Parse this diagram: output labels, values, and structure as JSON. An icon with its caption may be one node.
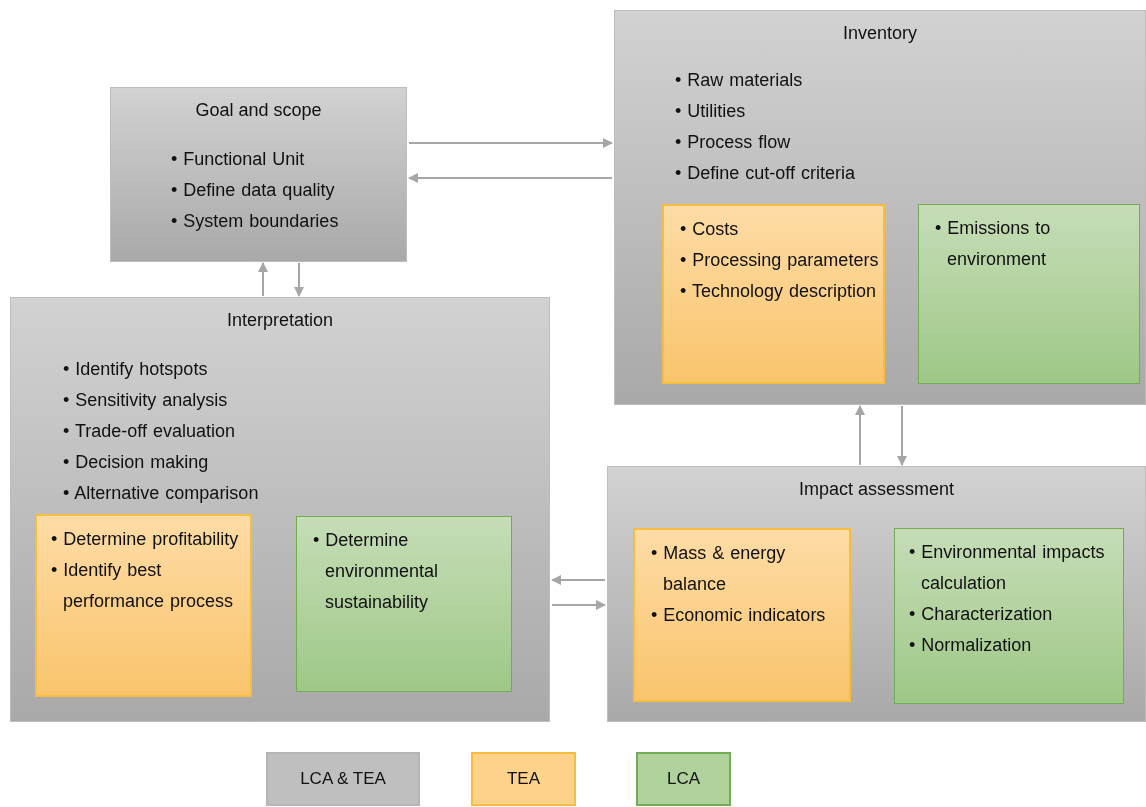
{
  "diagram": {
    "nodes": [
      {
        "text": [
          "Goal and scope",
          "• Functional Unit",
          "• Define data quality",
          "• System boundaries"
        ]
      },
      {
        "text": [
          "Inventory",
          "• Raw materials",
          "• Utilities",
          "• Process flow",
          "• Define cut-off criteria"
        ]
      },
      {
        "text": [
          "• Costs",
          "• Processing parameters",
          "• Technology description"
        ],
        "in": 1
      },
      {
        "text": [
          "• Emissions to environment"
        ],
        "in": 1
      },
      {
        "text": [
          "Interpretation",
          "• Identify hotspots",
          "• Sensitivity analysis",
          "• Trade-off evaluation",
          "• Decision making",
          "• Alternative comparison"
        ]
      },
      {
        "text": [
          "• Determine profitability",
          "• Identify best performance process"
        ],
        "in": 4
      },
      {
        "text": [
          "• Determine environmental sustainability"
        ],
        "in": 4
      },
      {
        "text": [
          "Impact assessment"
        ]
      },
      {
        "text": [
          "• Mass & energy balance",
          "• Economic indicators"
        ],
        "in": 7
      },
      {
        "text": [
          "• Environmental impacts calculation",
          "• Characterization",
          "• Normalization"
        ],
        "in": 7
      }
    ],
    "edges": [
      {
        "from": 0,
        "to": 1,
        "arrow": "to"
      },
      {
        "from": 1,
        "to": 0,
        "arrow": "to"
      },
      {
        "from": 4,
        "to": 0,
        "arrow": "to"
      },
      {
        "from": 0,
        "to": 4,
        "arrow": "to"
      },
      {
        "from": 7,
        "to": 1,
        "arrow": "to"
      },
      {
        "from": 1,
        "to": 7,
        "arrow": "to"
      },
      {
        "from": 7,
        "to": 4,
        "arrow": "to"
      },
      {
        "from": 4,
        "to": 7,
        "arrow": "to"
      }
    ],
    "legend": [
      {
        "text": "LCA & TEA",
        "color": "#bfbfbf"
      },
      {
        "text": "TEA",
        "color": "#fdd28a"
      },
      {
        "text": "LCA",
        "color": "#b0d29c"
      }
    ]
  }
}
